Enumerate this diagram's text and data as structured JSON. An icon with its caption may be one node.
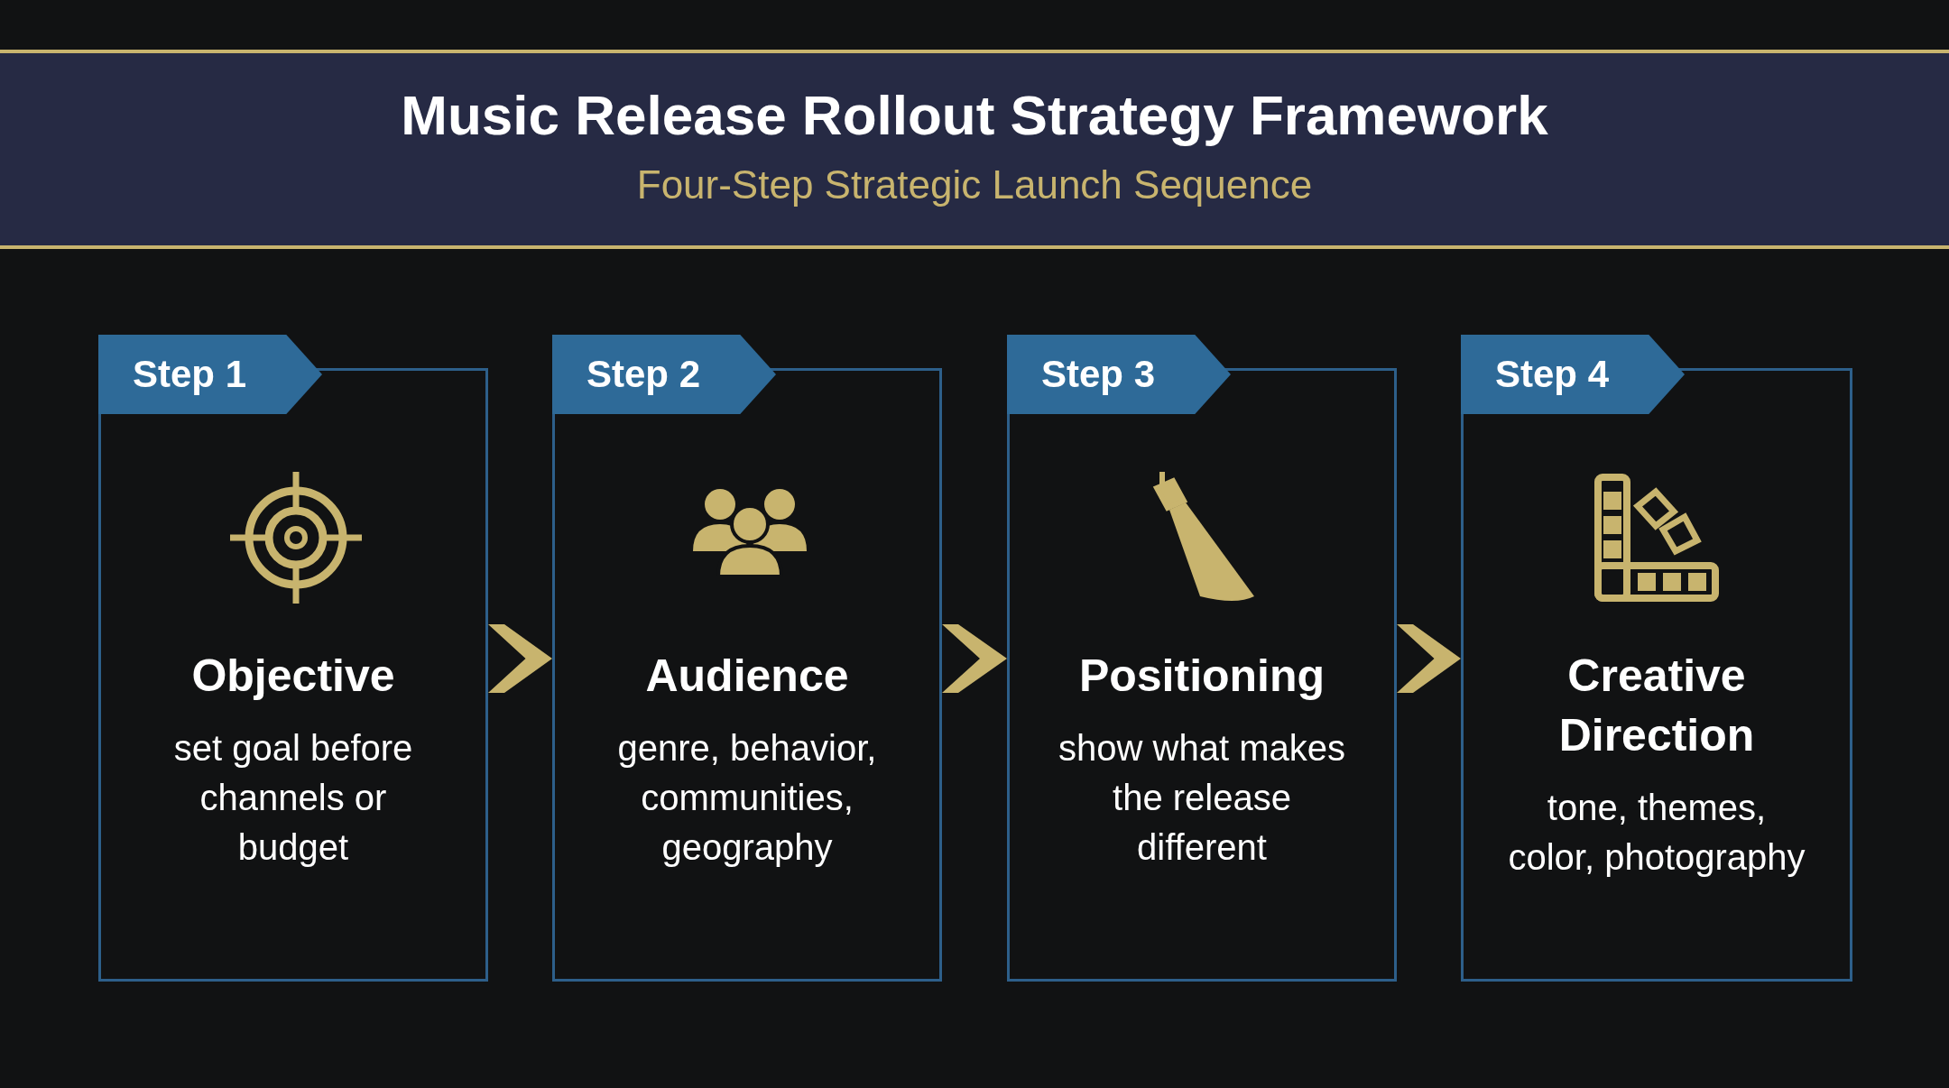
{
  "diagram": {
    "title": "Music Release Rollout Strategy Framework",
    "labels": [
      "Four-Step Strategic Launch Sequence"
    ],
    "nodes": [
      {
        "text": [
          "Objective",
          "set goal before channels or budget"
        ]
      },
      {
        "text": [
          "Step 1"
        ]
      },
      {
        "text": [
          "Audience",
          "genre, behavior, communities, geography"
        ]
      },
      {
        "text": [
          "Step 2"
        ]
      },
      {
        "text": [
          "Positioning",
          "show what makes the release different"
        ]
      },
      {
        "text": [
          "Step 3"
        ]
      },
      {
        "text": [
          "Creative Direction",
          "tone, themes, color, photography"
        ]
      },
      {
        "text": [
          "Step 4"
        ]
      }
    ],
    "edges": [
      {
        "from": 0,
        "to": 2,
        "arrow": "to"
      },
      {
        "from": 2,
        "to": 4,
        "arrow": "to"
      },
      {
        "from": 4,
        "to": 6,
        "arrow": "to"
      }
    ]
  }
}
